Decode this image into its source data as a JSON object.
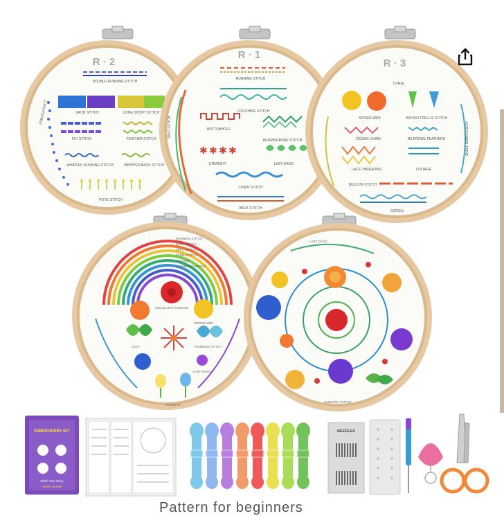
{
  "hoop_tags": {
    "r2": "R · 2",
    "r1": "R · 1",
    "r3": "R · 3"
  },
  "hoop_r2_labels": {
    "double_running": "DOUBLE RUNNING STITCH",
    "satin": "SATIN STITCH",
    "long_short": "LONG SHORT STITCH",
    "fly": "FLY STITCH",
    "feather": "FEATHER STITCH",
    "whipped_running": "WHIPPED RUNNING STITCH",
    "whipped_back": "WHIPPED BACK STITCH",
    "french_knot": "FRENCH KNOT",
    "pistil": "POTIL STITCH"
  },
  "hoop_r1_labels": {
    "running": "RUNNING STITCH",
    "couching": "COUCHING STITCH",
    "buttonhole": "BUTTONHOLE",
    "herringbone": "HERRINGBONE STITCH",
    "straight": "STRAIGHT",
    "lazy_daisy": "LAZY DAISY",
    "chain": "CHAIN STITCH",
    "back": "BACK STITCH",
    "split": "SPLIT STITCH"
  },
  "hoop_r3_labels": {
    "coral": "CORAL",
    "spider_web": "SPIDER WEB",
    "woven_trellis": "WOVEN TRELLIS STITCH",
    "zigzag_chain": "ZIGZAG CHAIN",
    "bilateral_feathers": "BILATERAL FEATHERS",
    "lace_threading": "LACE THREADING",
    "foliage": "FOLIAGE",
    "bullion": "BULLION STITCH",
    "scroll": "SCROLL",
    "shell_embroidery": "SHELL EMBROIDERY"
  },
  "hoop_rainbow_labels": {
    "running": "RUNNING STITCH",
    "back": "BACK STITCH",
    "split": "SPLIT STITCH",
    "stem": "STEM STITCH",
    "outline": "OUTLINE",
    "whipped": "WHIPPED RUNNING",
    "circle_buttonhole": "CIRCLE BUTTONHOLE",
    "spider_web": "SPIDER WEB",
    "fishbone": "FISHBONE STITCH",
    "leaf": "LEAF",
    "rosette": "ROSETTE",
    "lazy_daisy": "LAZY DAISY"
  },
  "hoop_garden_labels": {
    "lazy_daisy": "LAZY DAISY",
    "running": "RUNNING STITCH"
  },
  "kit": {
    "booklet_title": "EMBROIDERY KIT",
    "booklet_subtitle": "Stitch Your Story",
    "booklet_brand": "needle wonder",
    "needles_label": "NEEDLES"
  },
  "caption_cropped": "Pattern for beginners",
  "colors": {
    "hoop_wood": "#e6c9a2",
    "hoop_metal": "#b9b9b9",
    "fabric": "#fbfbf8",
    "booklet_purple": "#7b4ab8"
  },
  "thread_colors": [
    "#7ec8ea",
    "#8fb7f0",
    "#b77ee0",
    "#f29a6a",
    "#ee5a5a",
    "#e9e04f",
    "#a8dd55",
    "#72c45a"
  ],
  "icons": {
    "share": "share-icon"
  }
}
